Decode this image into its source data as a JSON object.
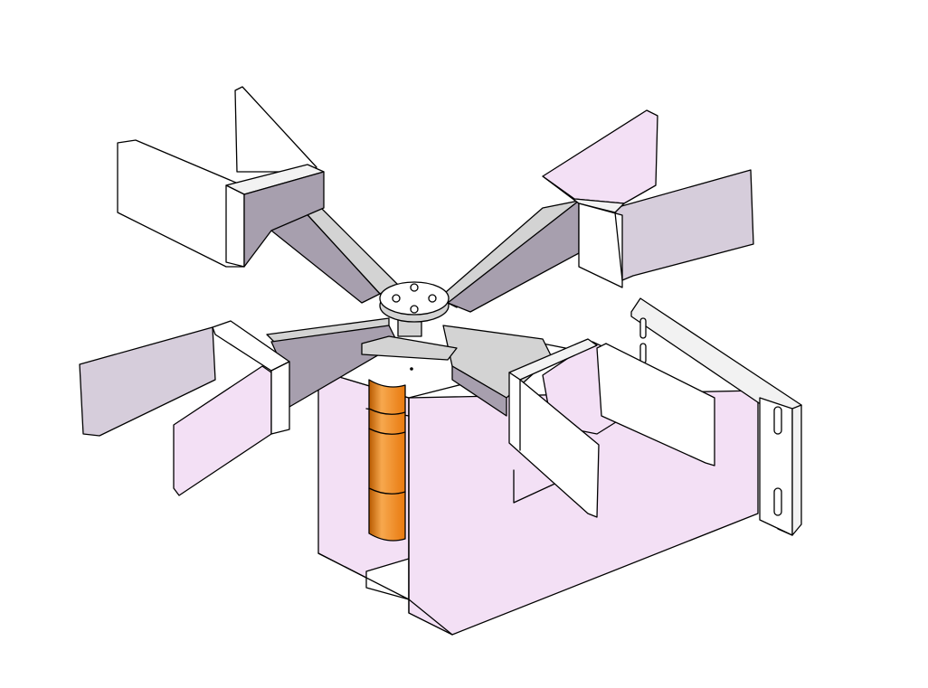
{
  "view": {
    "style": "isometric-cad-line-drawing",
    "background": "#ffffff"
  },
  "colors": {
    "outline": "#000000",
    "face_white": "#ffffff",
    "face_light": "#f2f2f2",
    "face_pink": "#f3e0f5",
    "face_gray": "#d3d3d3",
    "face_lavender": "#d6cddb",
    "face_dark": "#a79fae",
    "cylinder_main": "#e8790e",
    "cylinder_dark": "#b85a00",
    "cylinder_light": "#f7a84e"
  },
  "parts": [
    "base-housing",
    "mounting-flange",
    "actuator-cylinder",
    "rotor-hub",
    "rotor-arm-north-west",
    "rotor-arm-north-east",
    "rotor-arm-south-west",
    "rotor-arm-south-east",
    "gripper-jaw-north-west",
    "gripper-jaw-north-east",
    "gripper-jaw-south-west",
    "gripper-jaw-south-east",
    "flange-slot",
    "hub-bolt"
  ]
}
